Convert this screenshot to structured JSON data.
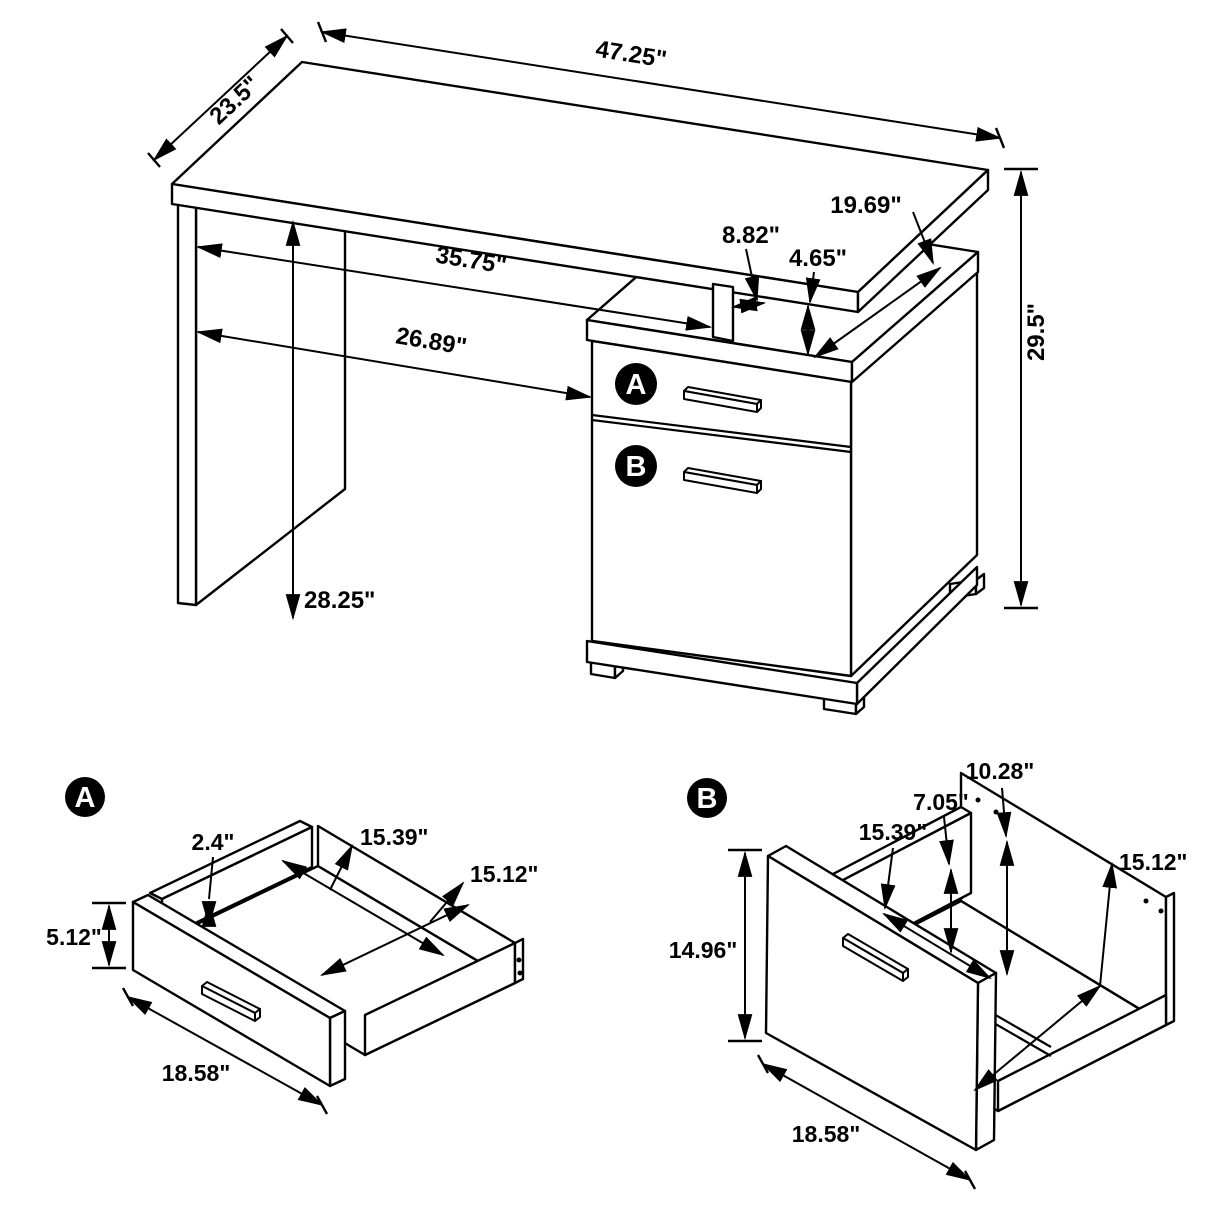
{
  "main_view": {
    "badge_a": "A",
    "badge_b": "B",
    "dims": {
      "top_width": "47.25\"",
      "top_depth": "23.5\"",
      "pedestal_top_depth": "19.69\"",
      "connector_width": "8.82\"",
      "top_gap": "4.65\"",
      "rail_length": "35.75\"",
      "knee_clearance": "26.89\"",
      "overall_height": "29.5\"",
      "panel_height": "28.25\""
    }
  },
  "drawer_a_view": {
    "badge": "A",
    "dims": {
      "lip_height": "2.4\"",
      "inner_width": "15.39\"",
      "inner_depth": "15.12\"",
      "front_height": "5.12\"",
      "front_width": "18.58\""
    }
  },
  "drawer_b_view": {
    "badge": "B",
    "dims": {
      "inner_width": "15.39\"",
      "side_height": "7.05\"",
      "back_height": "10.28\"",
      "inner_depth": "15.12\"",
      "front_height": "14.96\"",
      "front_width": "18.58\""
    }
  }
}
